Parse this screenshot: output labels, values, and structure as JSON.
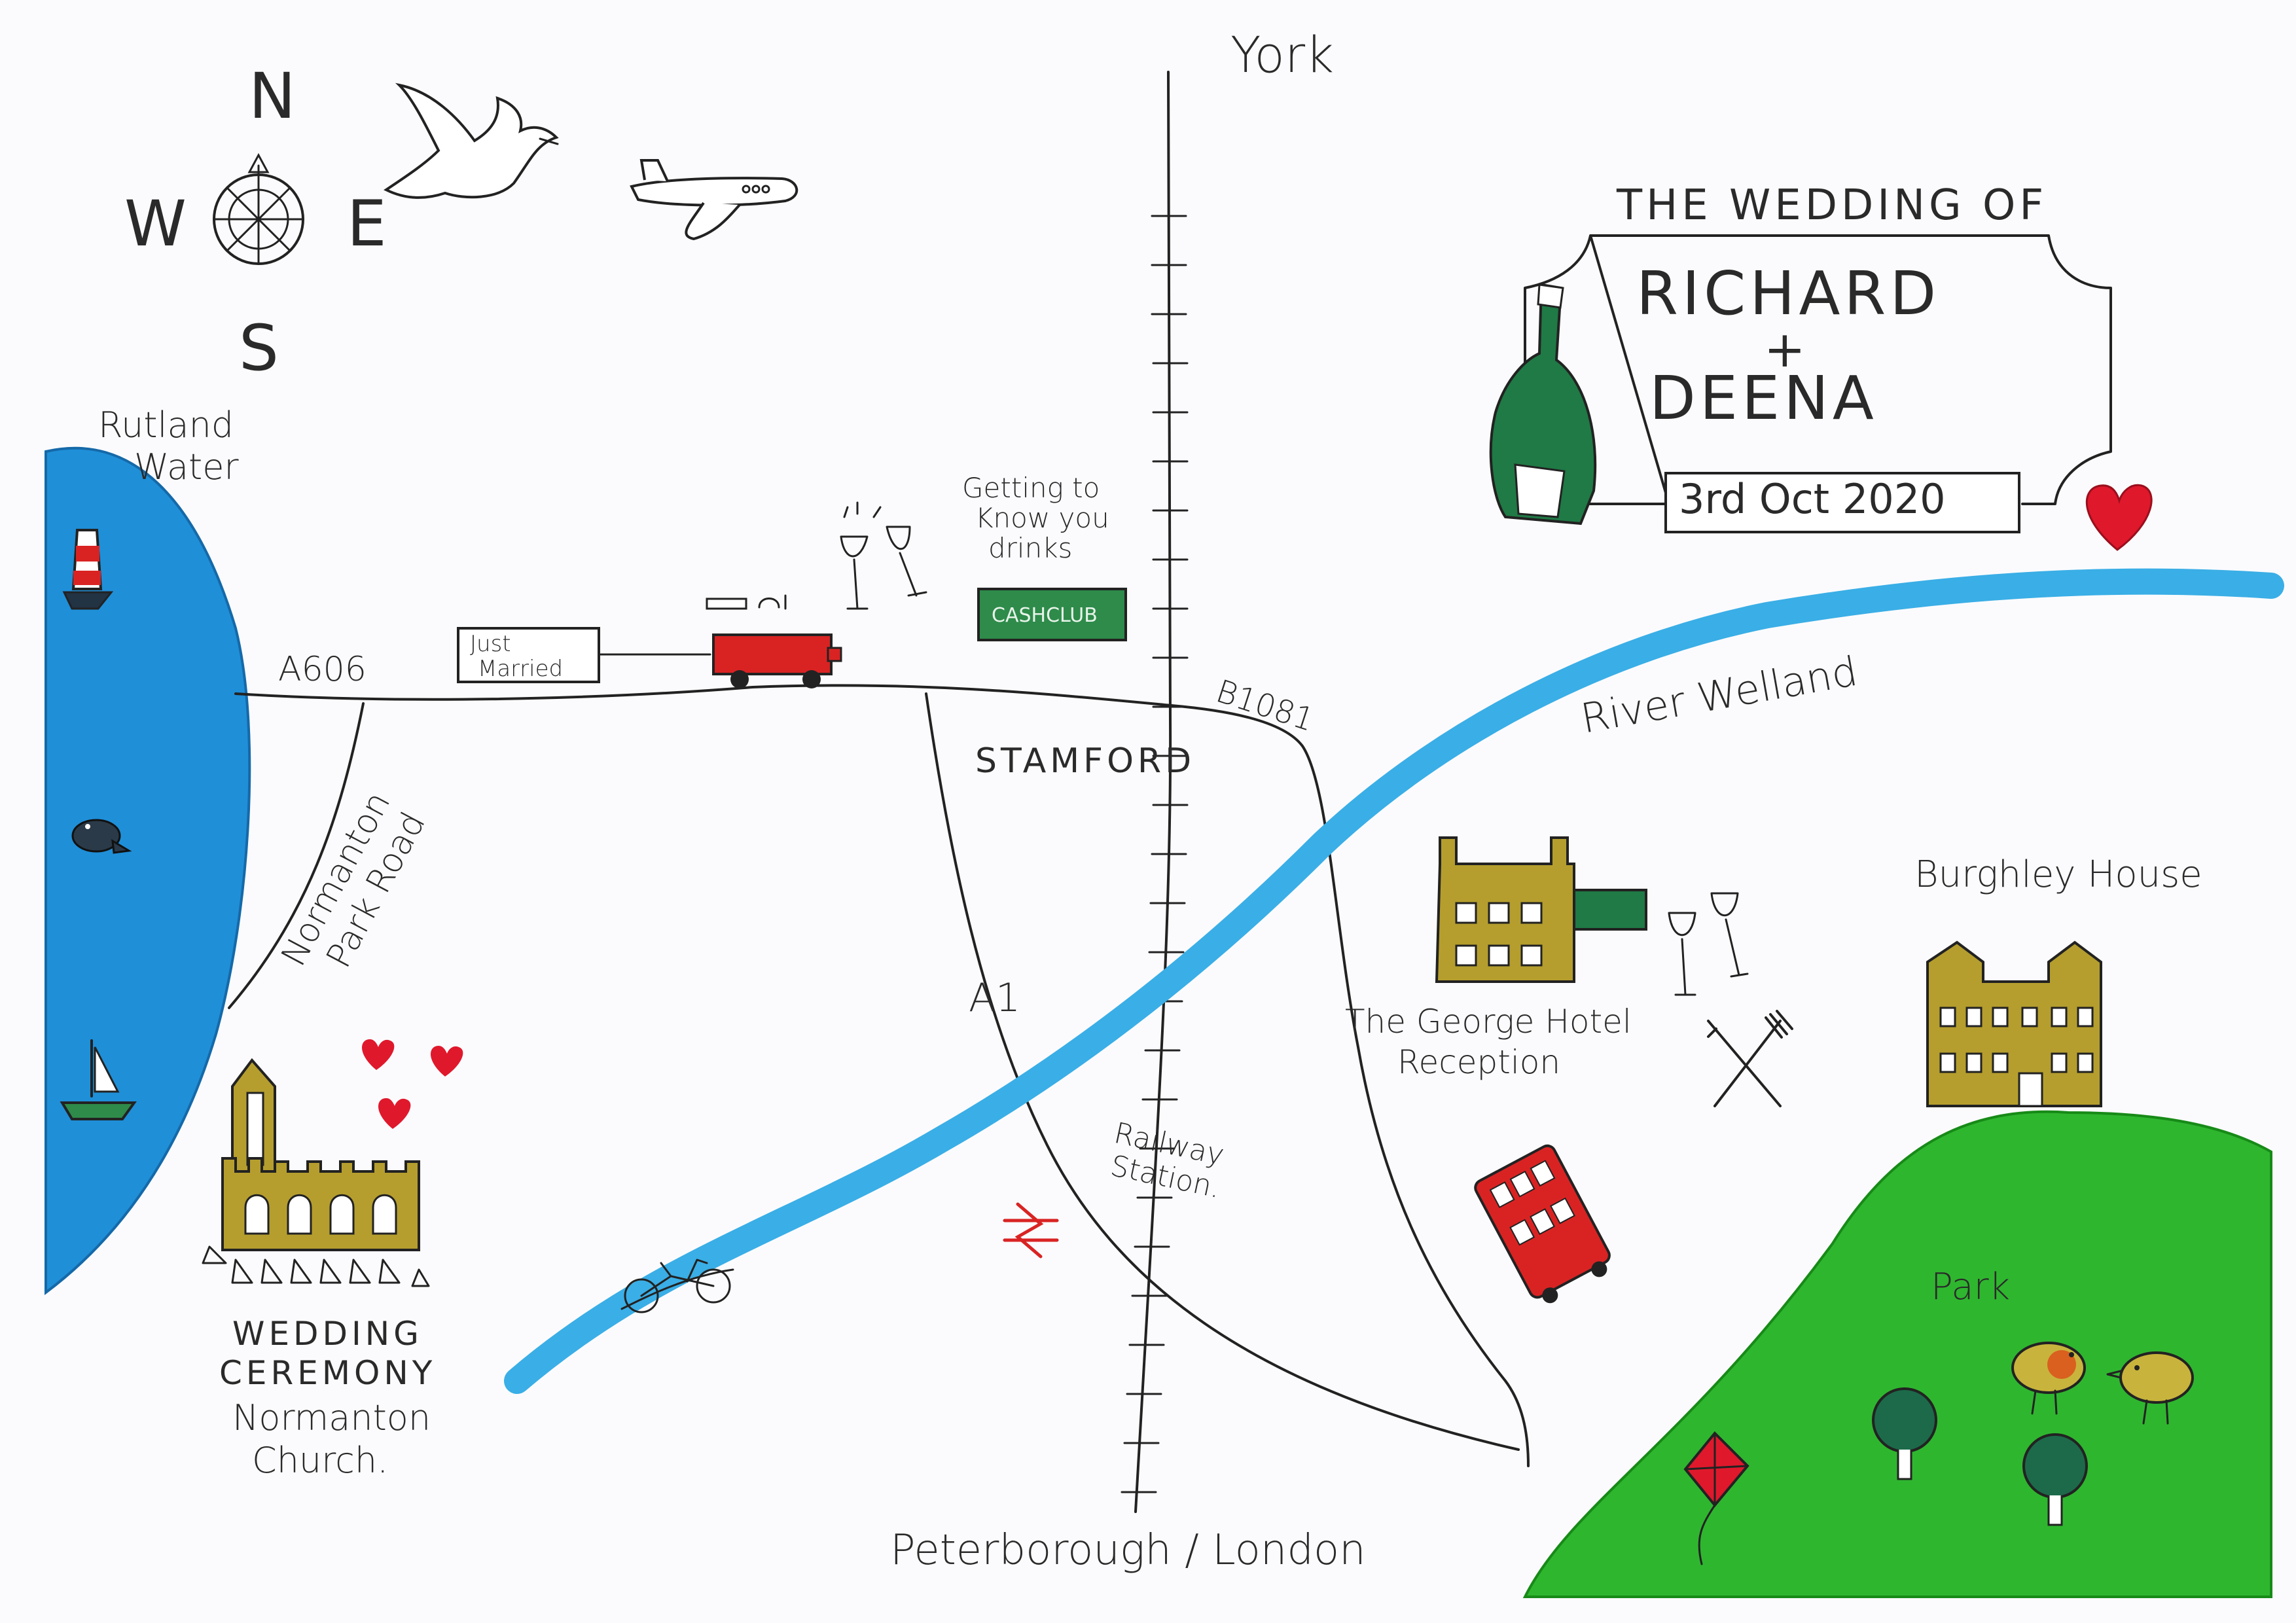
{
  "colors": {
    "paper": "#fbfbfd",
    "water": "#1f8fd8",
    "river": "#3aaee6",
    "park": "#2fb62f",
    "building": "#b59e2e",
    "bus_red": "#d92323",
    "bottle_green": "#1f7a45",
    "heart_red": "#e0182c",
    "sign_green": "#2e8b4a"
  },
  "compass": {
    "north": "N",
    "south": "S",
    "east": "E",
    "west": "W"
  },
  "places": {
    "york": "York",
    "rutland_water": "Rutland\nWater",
    "stamford": "STAMFORD",
    "river": "River Welland",
    "george_hotel": "The George Hotel\nReception",
    "burghley_house": "Burghley House",
    "railway_station": "Railway\nStation.",
    "park": "Park",
    "peterborough_london": "Peterborough / London",
    "drinks": "Getting to\nKnow you\ndrinks"
  },
  "roads": {
    "a606": "A606",
    "b1081": "B1081",
    "a1": "A1",
    "normanton_park_road": "Normanton\nPark Road"
  },
  "car_sign": "Just\nMarried",
  "bar_sign": "CASHCLUB",
  "ceremony": {
    "title_line1": "WEDDING",
    "title_line2": "CEREMONY",
    "place_line1": "Normanton",
    "place_line2": "Church."
  },
  "wedding": {
    "heading": "THE WEDDING OF",
    "name1": "RICHARD",
    "plus": "+",
    "name2": "DEENA",
    "date": "3rd Oct 2020"
  },
  "icons": [
    "compass-rose",
    "dove",
    "airplane",
    "champagne-glasses",
    "car",
    "lighthouse",
    "seal",
    "sailboat",
    "church",
    "bicycle",
    "rail-symbol",
    "hotel",
    "cutlery",
    "bus",
    "champagne-bottle",
    "heart",
    "burghley-house",
    "tree",
    "bird",
    "kite"
  ]
}
